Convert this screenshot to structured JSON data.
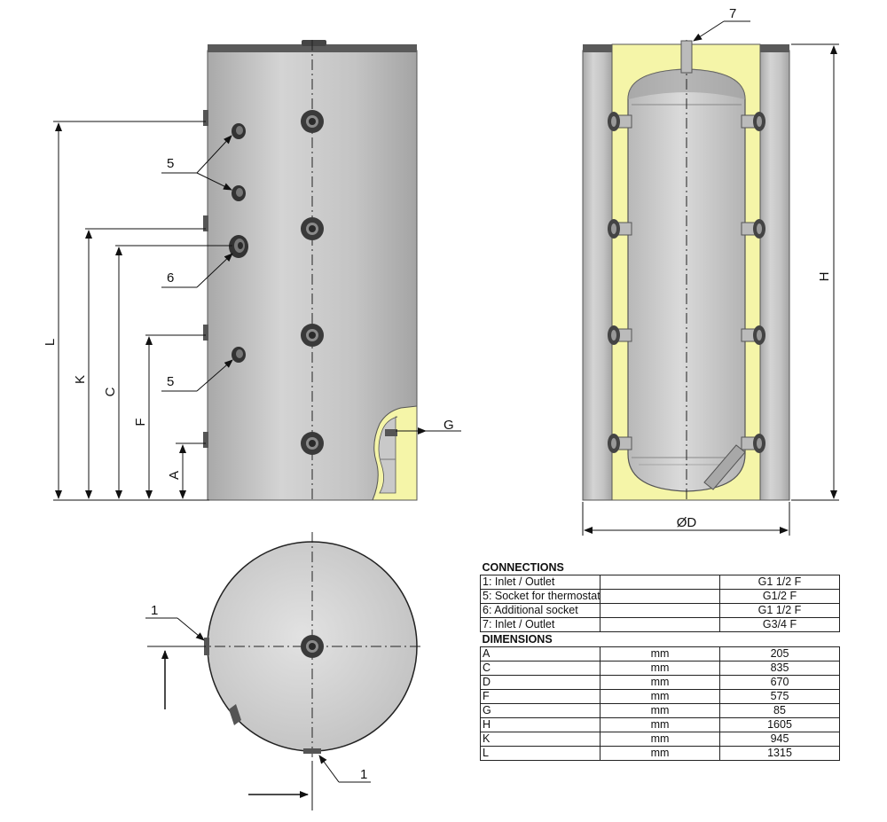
{
  "callouts": {
    "c5a": "5",
    "c6": "6",
    "c5b": "5",
    "c7": "7",
    "c1a": "1",
    "c1b": "1"
  },
  "dims": {
    "L": "L",
    "K": "K",
    "C": "C",
    "F": "F",
    "A": "A",
    "G": "G",
    "H": "H",
    "D": "ØD"
  },
  "colors": {
    "tank": "#c6c6c6",
    "cap": "#5a5a5a",
    "insulation": "#f5f5a8",
    "inner": "#cfcfcf",
    "socket": "#3a3a3a"
  },
  "table": {
    "connections_title": "CONNECTIONS",
    "connections": [
      {
        "name": "1: Inlet / Outlet",
        "value": "G1 1/2 F"
      },
      {
        "name": "5: Socket for thermostat",
        "value": "G1/2 F"
      },
      {
        "name": "6: Additional socket",
        "value": "G1 1/2 F"
      },
      {
        "name": "7: Inlet / Outlet",
        "value": "G3/4 F"
      }
    ],
    "dimensions_title": "DIMENSIONS",
    "dimensions": [
      {
        "name": "A",
        "unit": "mm",
        "value": "205"
      },
      {
        "name": "C",
        "unit": "mm",
        "value": "835"
      },
      {
        "name": "D",
        "unit": "mm",
        "value": "670"
      },
      {
        "name": "F",
        "unit": "mm",
        "value": "575"
      },
      {
        "name": "G",
        "unit": "mm",
        "value": "85"
      },
      {
        "name": "H",
        "unit": "mm",
        "value": "1605"
      },
      {
        "name": "K",
        "unit": "mm",
        "value": "945"
      },
      {
        "name": "L",
        "unit": "mm",
        "value": "1315"
      }
    ]
  }
}
